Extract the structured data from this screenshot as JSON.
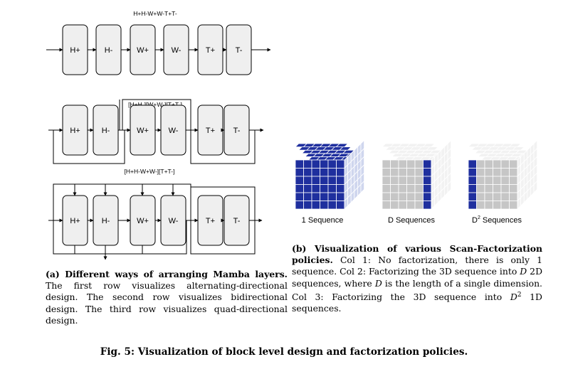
{
  "panel_a": {
    "row1": {
      "title": "H+H-W+W-T+T-",
      "blocks": [
        "H+",
        "H-",
        "W+",
        "W-",
        "T+",
        "T-"
      ]
    },
    "row2": {
      "title": "[H+H-][W+W-][T+T-]",
      "blocks": [
        "H+",
        "H-",
        "W+",
        "W-",
        "T+",
        "T-"
      ]
    },
    "row3": {
      "title": "[H+H-W+W-][T+T-]",
      "blocks": [
        "H+",
        "H-",
        "W+",
        "W-",
        "T+",
        "T-"
      ]
    }
  },
  "panel_b": {
    "cube_labels": [
      "1 Sequence",
      "D Sequences",
      "D",
      "2",
      " Sequences"
    ],
    "colors": {
      "blue": "#1f2f9e",
      "light_blue": "#cfd6ee",
      "gray": "#c6c6c6",
      "white": "#f2f2f2"
    }
  },
  "caption_a": {
    "label": "(a) Different ways of arranging Mamba layers.",
    "text": " The first row visualizes alternating-directional design. The second row visualizes bidirectional design. The third row visualizes quad-directional design."
  },
  "caption_b": {
    "label": "(b) Visualization of various Scan-Factorization policies.",
    "t1": " Col 1: No factorization, there is only 1 sequence. Col 2: Factorizing the 3D sequence into ",
    "d1": "D",
    "t2": " 2D sequences, where ",
    "d2": "D",
    "t3": " is the length of a single dimension. Col 3: Factorizing the 3D sequence into ",
    "d3": "D",
    "sup": "2",
    "t4": " 1D sequences."
  },
  "figure_caption": "Fig. 5: Visualization of block level design and factorization policies."
}
